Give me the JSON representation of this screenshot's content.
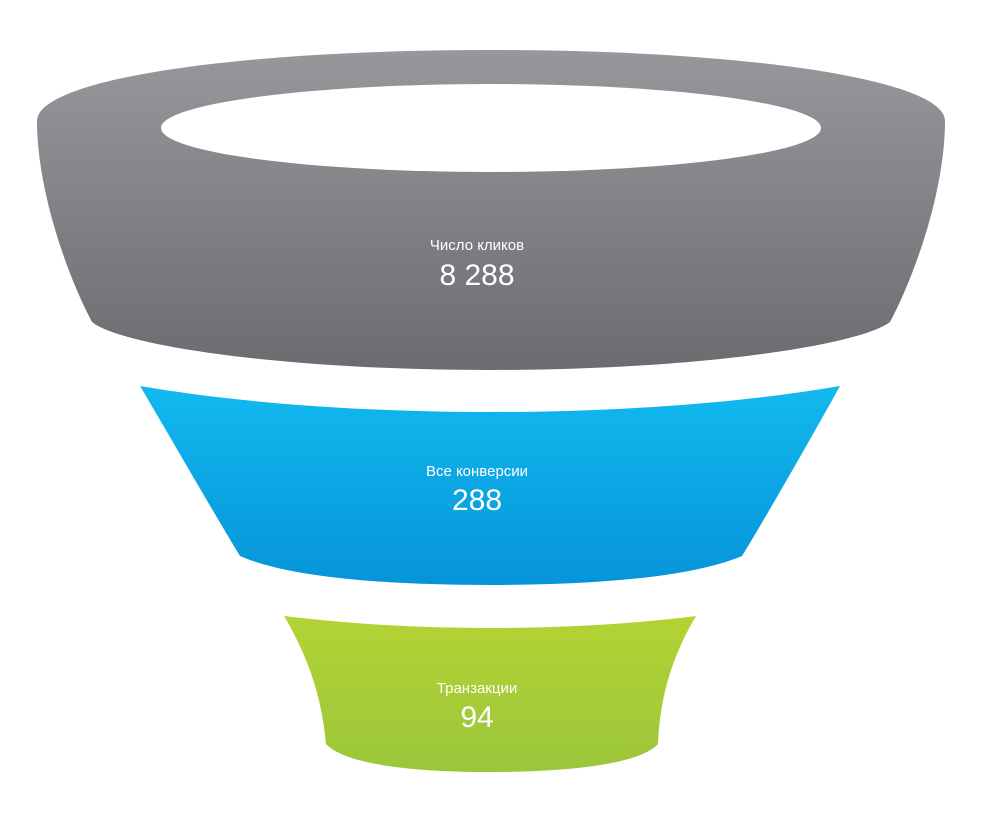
{
  "chart_data": {
    "type": "funnel",
    "stages": [
      {
        "label": "Число кликов",
        "value_text": "8 288",
        "value": 8288,
        "color_top": "#97989c",
        "color_bottom": "#6b6c70"
      },
      {
        "label": "Все конверсии",
        "value_text": "288",
        "value": 288,
        "color_top": "#12b9ef",
        "color_bottom": "#0694d9"
      },
      {
        "label": "Транзакции",
        "value_text": "94",
        "value": 94,
        "color_top": "#b3d334",
        "color_bottom": "#9bc63a"
      }
    ]
  }
}
